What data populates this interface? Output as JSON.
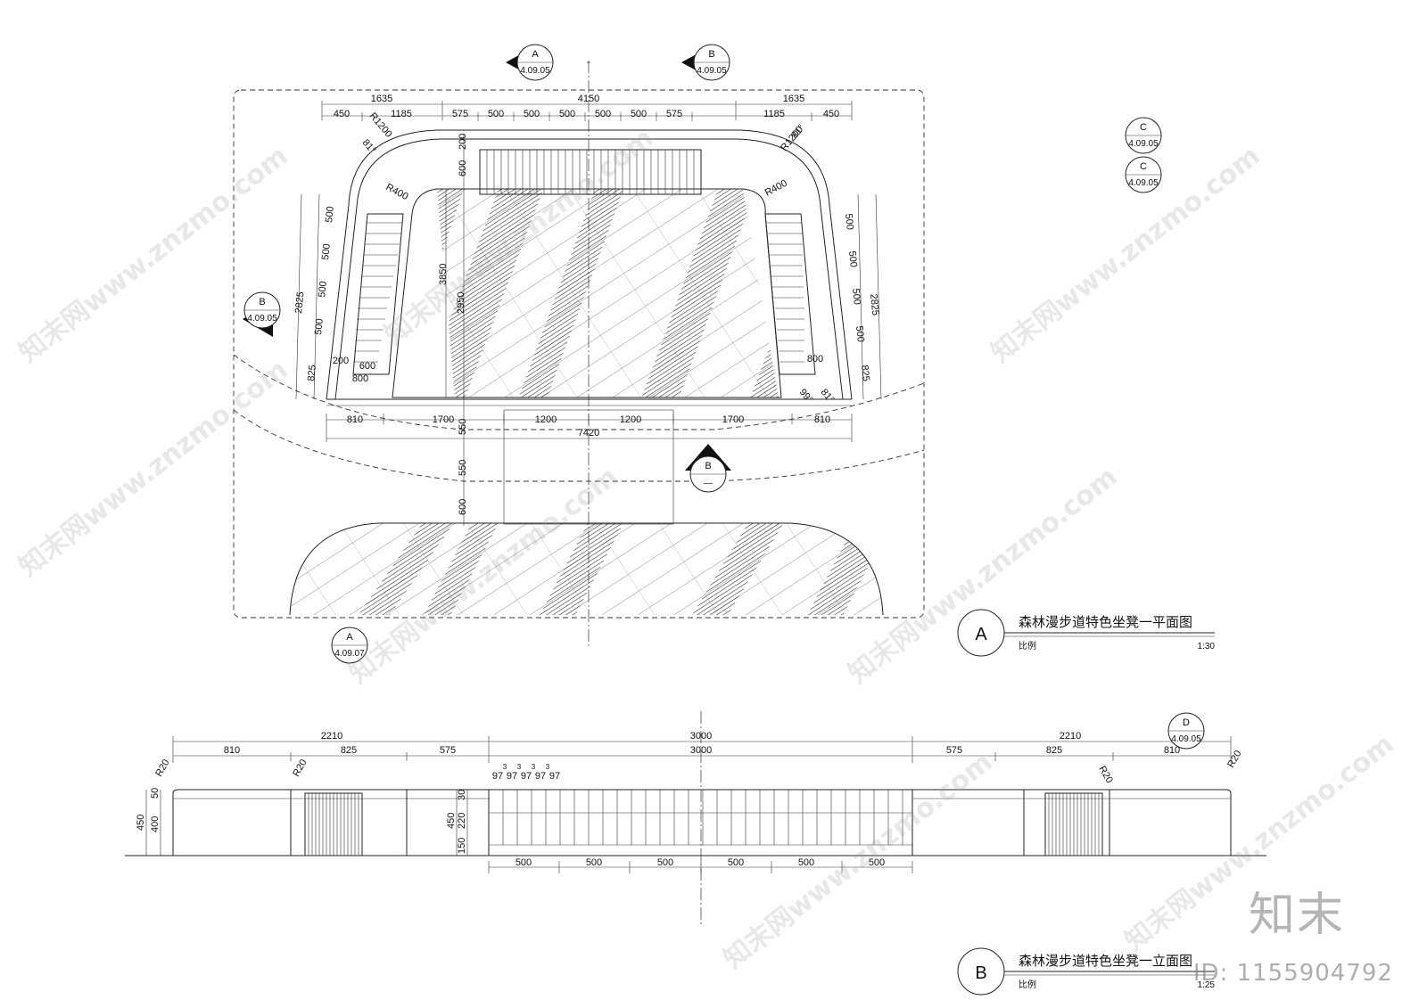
{
  "plan": {
    "title": "森林漫步道特色坐凳一平面图",
    "scale_label": "比例",
    "scale_value": "1:30",
    "view_mark": "A",
    "dims_top_outer": [
      "1635",
      "4150",
      "1635"
    ],
    "dims_top_inner": [
      "450",
      "1185",
      "575",
      "500",
      "500",
      "500",
      "500",
      "500",
      "575",
      "1185",
      "450"
    ],
    "dims_bottom": [
      "810",
      "1700",
      "1200",
      "1200",
      "1700",
      "810"
    ],
    "dim_total": "7420",
    "dims_left": [
      "500",
      "500",
      "500",
      "500",
      "825"
    ],
    "dim_left_total": "2825",
    "dims_right": [
      "500",
      "500",
      "500",
      "500",
      "825"
    ],
    "dim_right_total": "2825",
    "dims_vertical_center": [
      "200",
      "600",
      "3850",
      "2950",
      "550",
      "550",
      "600"
    ],
    "radii": [
      "R1200",
      "R400",
      "R400",
      "R1200"
    ],
    "angles": [
      "81°",
      "81°",
      "99°",
      "81°"
    ],
    "small_dims": [
      "200",
      "600",
      "800",
      "800"
    ],
    "callouts": [
      {
        "letter": "A",
        "sheet": "4.09.05"
      },
      {
        "letter": "B",
        "sheet": "4.09.05"
      },
      {
        "letter": "B",
        "sheet": "4.09.05"
      },
      {
        "letter": "B",
        "sheet": "—"
      },
      {
        "letter": "A",
        "sheet": "4.09.07"
      },
      {
        "letter": "C",
        "sheet": "4.09.05"
      },
      {
        "letter": "C",
        "sheet": "4.09.05"
      }
    ]
  },
  "elevation": {
    "title": "森林漫步道特色坐凳一立面图",
    "scale_label": "比例",
    "scale_value": "1:25",
    "view_mark": "B",
    "dims_top_outer": [
      "2210",
      "3000",
      "2210"
    ],
    "dims_top_inner": [
      "810",
      "825",
      "575",
      "3000",
      "575",
      "825",
      "810"
    ],
    "dims_slats": [
      "97",
      "97",
      "97",
      "97",
      "97"
    ],
    "dims_slat_gaps": [
      "3",
      "3",
      "3",
      "3"
    ],
    "dims_bottom": [
      "500",
      "500",
      "500",
      "500",
      "500",
      "500"
    ],
    "dims_left_heights": [
      "50",
      "400",
      "450"
    ],
    "dims_center_heights": [
      "30",
      "220",
      "150",
      "450"
    ],
    "radii": [
      "R20",
      "R20",
      "R20",
      "R20"
    ],
    "callout": {
      "letter": "D",
      "sheet": "4.09.05"
    }
  },
  "watermark": {
    "text": "知末网www.znzmo.com",
    "brand": "知末",
    "id_label": "ID: 1155904792"
  }
}
